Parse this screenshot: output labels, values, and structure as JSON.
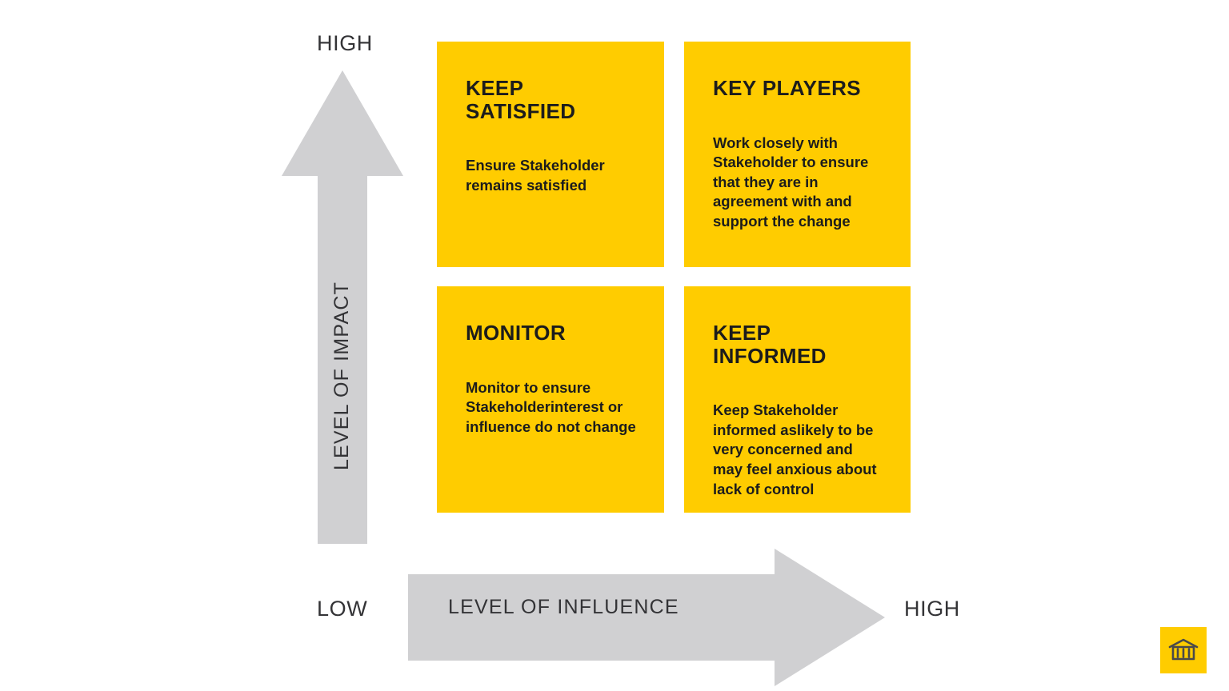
{
  "diagram": {
    "type": "stakeholder-power-interest-matrix",
    "colors": {
      "quadrant_fill": "#ffcc00",
      "arrow_fill": "#d0d0d2",
      "text_dark": "#1c1c1c",
      "axis_text": "#333336",
      "badge_fill": "#ffcc00",
      "badge_icon": "#4a4a4a",
      "background": "#ffffff"
    },
    "y_axis": {
      "label": "LEVEL OF IMPACT",
      "high_label": "HIGH",
      "direction": "up",
      "icon": "up-arrow-icon"
    },
    "x_axis": {
      "label": "LEVEL OF INFLUENCE",
      "low_label": "LOW",
      "high_label": "HIGH",
      "direction": "right",
      "icon": "right-arrow-icon"
    },
    "quadrants": [
      {
        "key": "keep-satisfied",
        "title": "KEEP SATISFIED",
        "body": "Ensure Stakeholder remains satisfied",
        "position": "top-left",
        "impact": "HIGH",
        "influence": "LOW"
      },
      {
        "key": "key-players",
        "title": "KEY PLAYERS",
        "body": "Work closely with Stakeholder to ensure that they are in agreement with and support the change",
        "position": "top-right",
        "impact": "HIGH",
        "influence": "HIGH"
      },
      {
        "key": "monitor",
        "title": "MONITOR",
        "body": "Monitor to ensure Stakeholderinterest or influence do not change",
        "position": "bottom-left",
        "impact": "LOW",
        "influence": "LOW"
      },
      {
        "key": "keep-informed",
        "title": "KEEP INFORMED",
        "body": "Keep Stakeholder informed aslikely to be very concerned and may feel anxious about lack of control",
        "position": "bottom-right",
        "impact": "LOW",
        "influence": "HIGH"
      }
    ],
    "badge": {
      "icon": "bank-building-icon"
    }
  }
}
